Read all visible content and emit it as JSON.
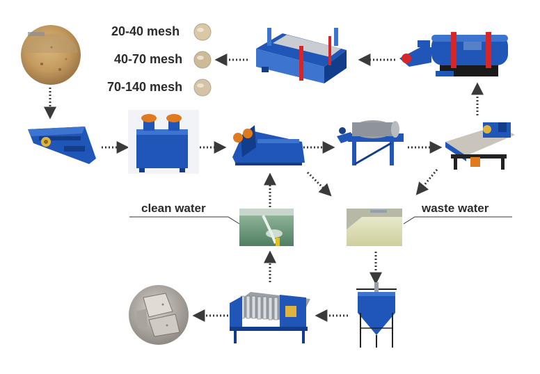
{
  "products": [
    {
      "label": "20-40 mesh",
      "color": "#d9c7a6"
    },
    {
      "label": "40-70 mesh",
      "color": "#cdbb98"
    },
    {
      "label": "70-140 mesh",
      "color": "#d4c3a7"
    }
  ],
  "callouts": {
    "clean_water": "clean water",
    "waste_water": "waste water"
  },
  "colors": {
    "machine_blue": "#1f56b8",
    "machine_dark": "#123d8a",
    "accent_red": "#d6262a",
    "accent_orange": "#e07a1e",
    "arrow": "#3a3a3a",
    "sand": "#c9a368",
    "water": "#6f9f7e",
    "waste": "#d8d9b5",
    "cake": "#b8b4ad"
  },
  "icons": [
    "raw-sand-image",
    "vibrating-feeder-icon",
    "attrition-scrubber-icon",
    "spiral-classifier-icon",
    "magnetic-separator-icon",
    "dewatering-screen-icon",
    "rotary-dryer-icon",
    "square-screen-icon",
    "clean-water-pool-image",
    "waste-water-pool-image",
    "thickener-tank-icon",
    "filter-press-icon",
    "filter-cake-image"
  ]
}
